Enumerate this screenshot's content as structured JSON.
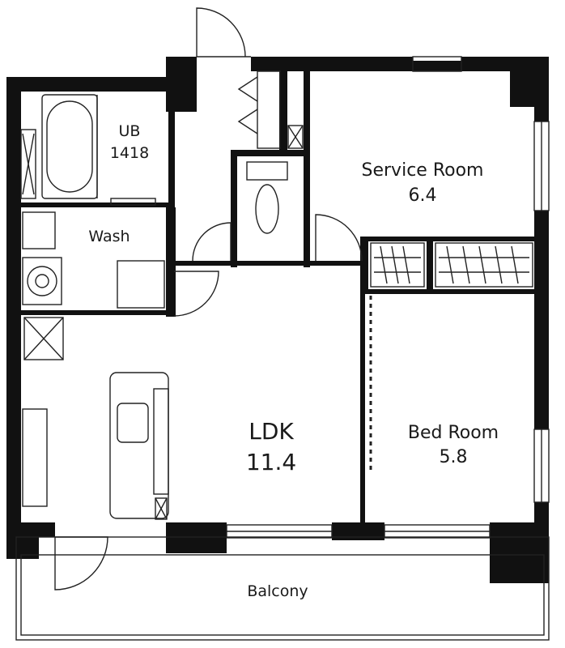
{
  "rooms": {
    "unit_bath": {
      "name": "UB",
      "size": "1418"
    },
    "wash": {
      "name": "Wash"
    },
    "service_room": {
      "name": "Service Room",
      "size": "6.4"
    },
    "ldk": {
      "name": "LDK",
      "size": "11.4"
    },
    "bed_room": {
      "name": "Bed Room",
      "size": "5.8"
    },
    "balcony": {
      "name": "Balcony"
    }
  },
  "colors": {
    "wall": "#111111",
    "line": "#222222",
    "floor": "#ffffff"
  }
}
